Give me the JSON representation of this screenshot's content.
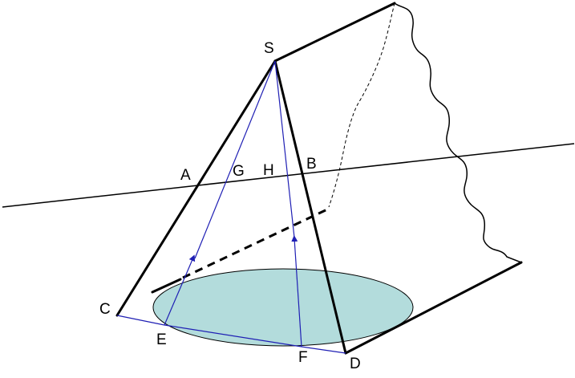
{
  "diagram": {
    "labels": {
      "S": "S",
      "A": "A",
      "B": "B",
      "G": "G",
      "H": "H",
      "C": "C",
      "D": "D",
      "E": "E",
      "F": "F"
    },
    "colors": {
      "ellipse_fill": "#b3dcdc",
      "ellipse_stroke": "#000000",
      "projection_lines": "#1f1fb4",
      "edges": "#000000"
    }
  }
}
